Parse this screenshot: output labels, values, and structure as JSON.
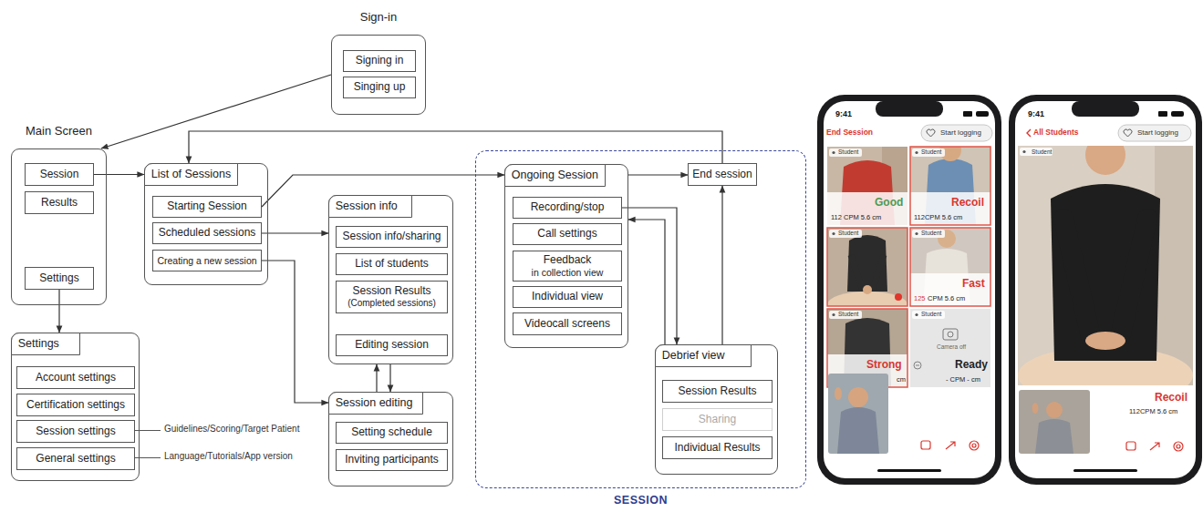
{
  "diagram": {
    "nodes": [
      {
        "text": [
          "Sign-in"
        ]
      },
      {
        "text": [
          "Signing in"
        ],
        "in": 0
      },
      {
        "text": [
          "Singing up"
        ],
        "in": 0
      },
      {
        "text": [
          "Main Screen"
        ]
      },
      {
        "text": [
          "Session"
        ],
        "in": 3
      },
      {
        "text": [
          "Results"
        ],
        "in": 3
      },
      {
        "text": [
          "Settings"
        ],
        "in": 3
      },
      {
        "text": [
          "Settings"
        ]
      },
      {
        "text": [
          "Account settings"
        ],
        "in": 7
      },
      {
        "text": [
          "Certification settings"
        ],
        "in": 7
      },
      {
        "text": [
          "Session settings"
        ],
        "in": 7
      },
      {
        "text": [
          "General settings"
        ],
        "in": 7
      },
      {
        "text": [
          "List of Sessions"
        ]
      },
      {
        "text": [
          "Starting Session"
        ],
        "in": 12
      },
      {
        "text": [
          "Scheduled sessions"
        ],
        "in": 12
      },
      {
        "text": [
          "Creating a new session"
        ],
        "in": 12
      },
      {
        "text": [
          "Session info"
        ]
      },
      {
        "text": [
          "Session info/sharing"
        ],
        "in": 16
      },
      {
        "text": [
          "List of students"
        ],
        "in": 16
      },
      {
        "text": [
          "Session Results",
          "(Completed sessions)"
        ],
        "in": 16
      },
      {
        "text": [
          "Editing session"
        ],
        "in": 16
      },
      {
        "text": [
          "Session editing"
        ]
      },
      {
        "text": [
          "Setting schedule"
        ],
        "in": 21
      },
      {
        "text": [
          "Inviting participants"
        ],
        "in": 21
      },
      {
        "text": [
          "SESSION"
        ]
      },
      {
        "text": [
          "Ongoing Session"
        ],
        "in": 24
      },
      {
        "text": [
          "Recording/stop"
        ],
        "in": 25
      },
      {
        "text": [
          "Call settings"
        ],
        "in": 25
      },
      {
        "text": [
          "Feedback",
          "in collection view"
        ],
        "in": 25
      },
      {
        "text": [
          "Individual view"
        ],
        "in": 25
      },
      {
        "text": [
          "Videocall screens"
        ],
        "in": 25
      },
      {
        "text": [
          "End session"
        ],
        "in": 24
      },
      {
        "text": [
          "Debrief view"
        ],
        "in": 24
      },
      {
        "text": [
          "Session Results"
        ],
        "in": 32
      },
      {
        "text": [
          "Sharing"
        ],
        "in": 32
      },
      {
        "text": [
          "Individual Results"
        ],
        "in": 32
      }
    ],
    "edges": [
      {
        "from": 0,
        "to": 3,
        "arrow": "to"
      },
      {
        "from": 4,
        "to": 12,
        "arrow": "to"
      },
      {
        "from": 6,
        "to": 7,
        "arrow": "to"
      },
      {
        "from": 13,
        "to": 25,
        "arrow": "to"
      },
      {
        "from": 14,
        "to": 16,
        "arrow": "to"
      },
      {
        "from": 15,
        "to": 21,
        "arrow": "to"
      },
      {
        "from": 21,
        "to": 16,
        "arrow": "to"
      },
      {
        "from": 16,
        "to": 21,
        "arrow": "to"
      },
      {
        "from": 25,
        "to": 31,
        "arrow": "to"
      },
      {
        "from": 31,
        "to": 12,
        "arrow": "to"
      },
      {
        "from": 32,
        "to": 31,
        "arrow": "to"
      },
      {
        "from": 26,
        "to": 32,
        "arrow": "to"
      },
      {
        "from": 32,
        "to": 25,
        "arrow": "to"
      }
    ],
    "labels": [
      "Guidelines/Scoring/Target Patient",
      "Language/Tutorials/App version",
      "9:41",
      "End Session",
      "Start logging",
      "Student",
      "Good",
      "112 CPM 5.6 cm",
      "Student",
      "Recoil",
      "112CPM 5.6 cm",
      "Student",
      "Student",
      "Fast",
      "125",
      "CPM 5.6 cm",
      "Student",
      "Strong",
      "cm",
      "Student",
      "Camera off",
      "Ready",
      "- CPM - cm",
      "9:41",
      "All Students",
      "Start logging",
      "Student",
      "Recoil",
      "112CPM 5.6 cm"
    ]
  }
}
